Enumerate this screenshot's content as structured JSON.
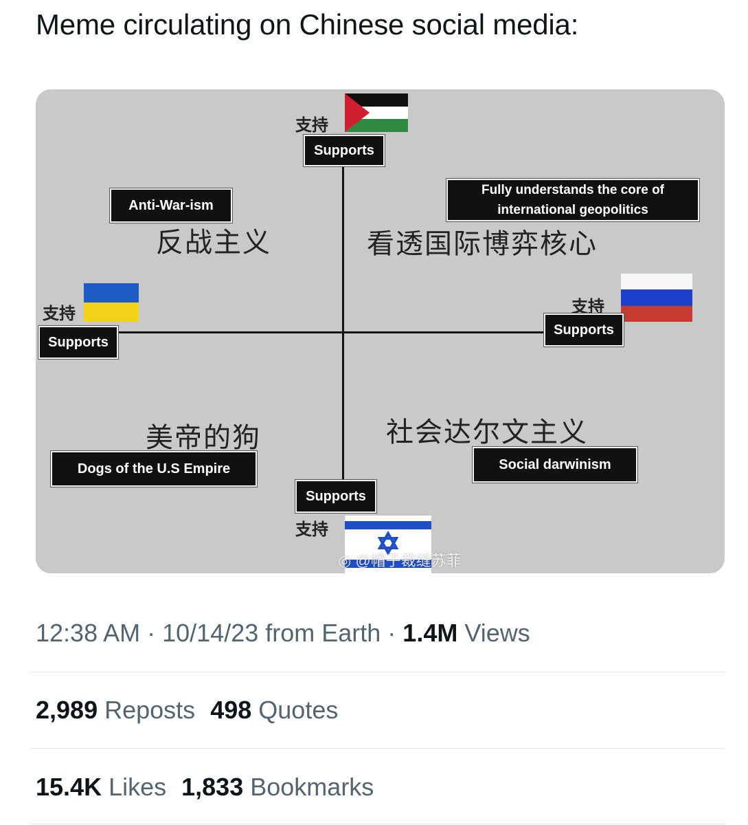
{
  "tweet": {
    "text": "Meme circulating on Chinese social media:"
  },
  "meme": {
    "top": {
      "cn": "支持",
      "en": "Supports",
      "flag": "palestine-flag"
    },
    "left": {
      "cn": "支持",
      "en": "Supports",
      "flag": "ukraine-flag"
    },
    "right": {
      "cn": "支持",
      "en": "Supports",
      "flag": "russia-flag"
    },
    "bottom": {
      "cn": "支持",
      "en": "Supports",
      "flag": "israel-flag"
    },
    "top_left": {
      "en": "Anti-War-ism",
      "cn": "反战主义"
    },
    "top_right": {
      "en": "Fully understands the core of international geopolitics",
      "cn": "看透国际博弈核心"
    },
    "bottom_left": {
      "cn": "美帝的狗",
      "en": "Dogs of the U.S Empire"
    },
    "bottom_right": {
      "cn": "社会达尔文主义",
      "en": "Social darwinism"
    },
    "watermark": "@帽子裁缝苏菲",
    "colors": {
      "background": "#c9c9c9",
      "box": "#111111"
    }
  },
  "meta": {
    "time": "12:38 AM",
    "sep1": " · ",
    "date": "10/14/23 from Earth",
    "sep2": " · ",
    "views_count": "1.4M",
    "views_label": "Views"
  },
  "engagement": {
    "reposts_count": "2,989",
    "reposts_label": "Reposts",
    "quotes_count": "498",
    "quotes_label": "Quotes",
    "likes_count": "15.4K",
    "likes_label": "Likes",
    "bookmarks_count": "1,833",
    "bookmarks_label": "Bookmarks"
  }
}
